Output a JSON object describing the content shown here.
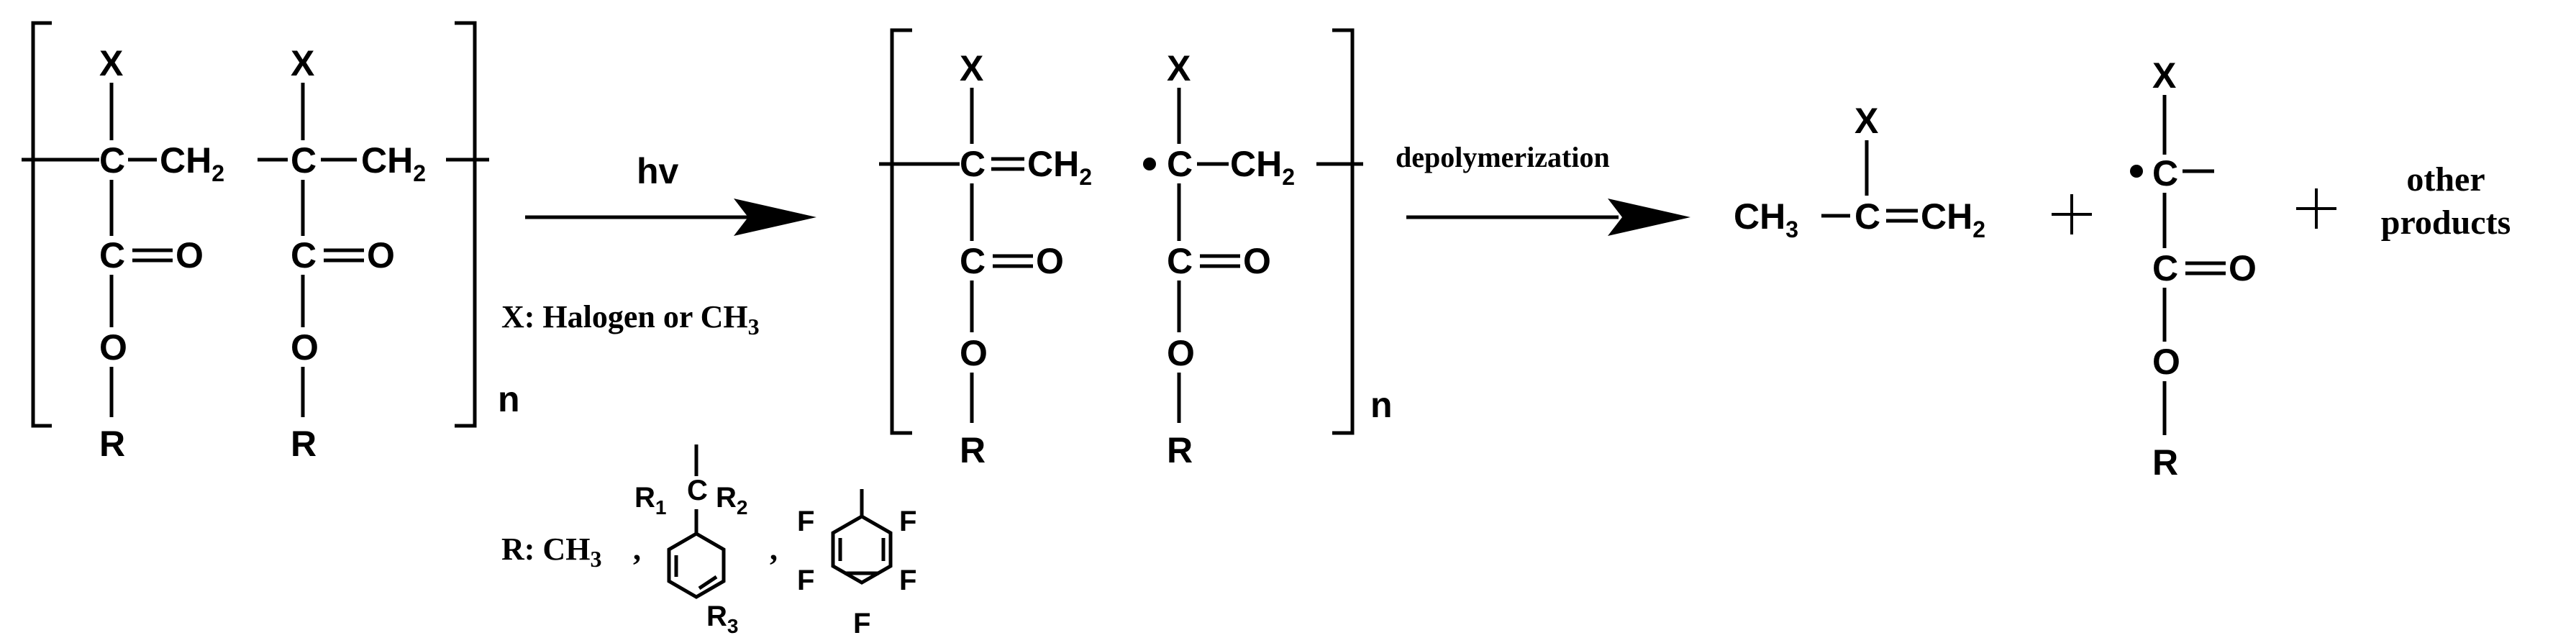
{
  "atoms": {
    "X": "X",
    "C": "C",
    "O": "O",
    "R": "R",
    "F": "F",
    "CH": "CH",
    "two": "2",
    "three": "3",
    "one": "1"
  },
  "n_label": "n",
  "hv_label": "hv",
  "depolymerization_label": "depolymerization",
  "x_legend": "X: Halogen or CH",
  "x_legend_sub": "3",
  "r_legend": "R: CH",
  "r_legend_sub": "3",
  "comma": ",",
  "other_products_line1": "other",
  "other_products_line2": "products"
}
